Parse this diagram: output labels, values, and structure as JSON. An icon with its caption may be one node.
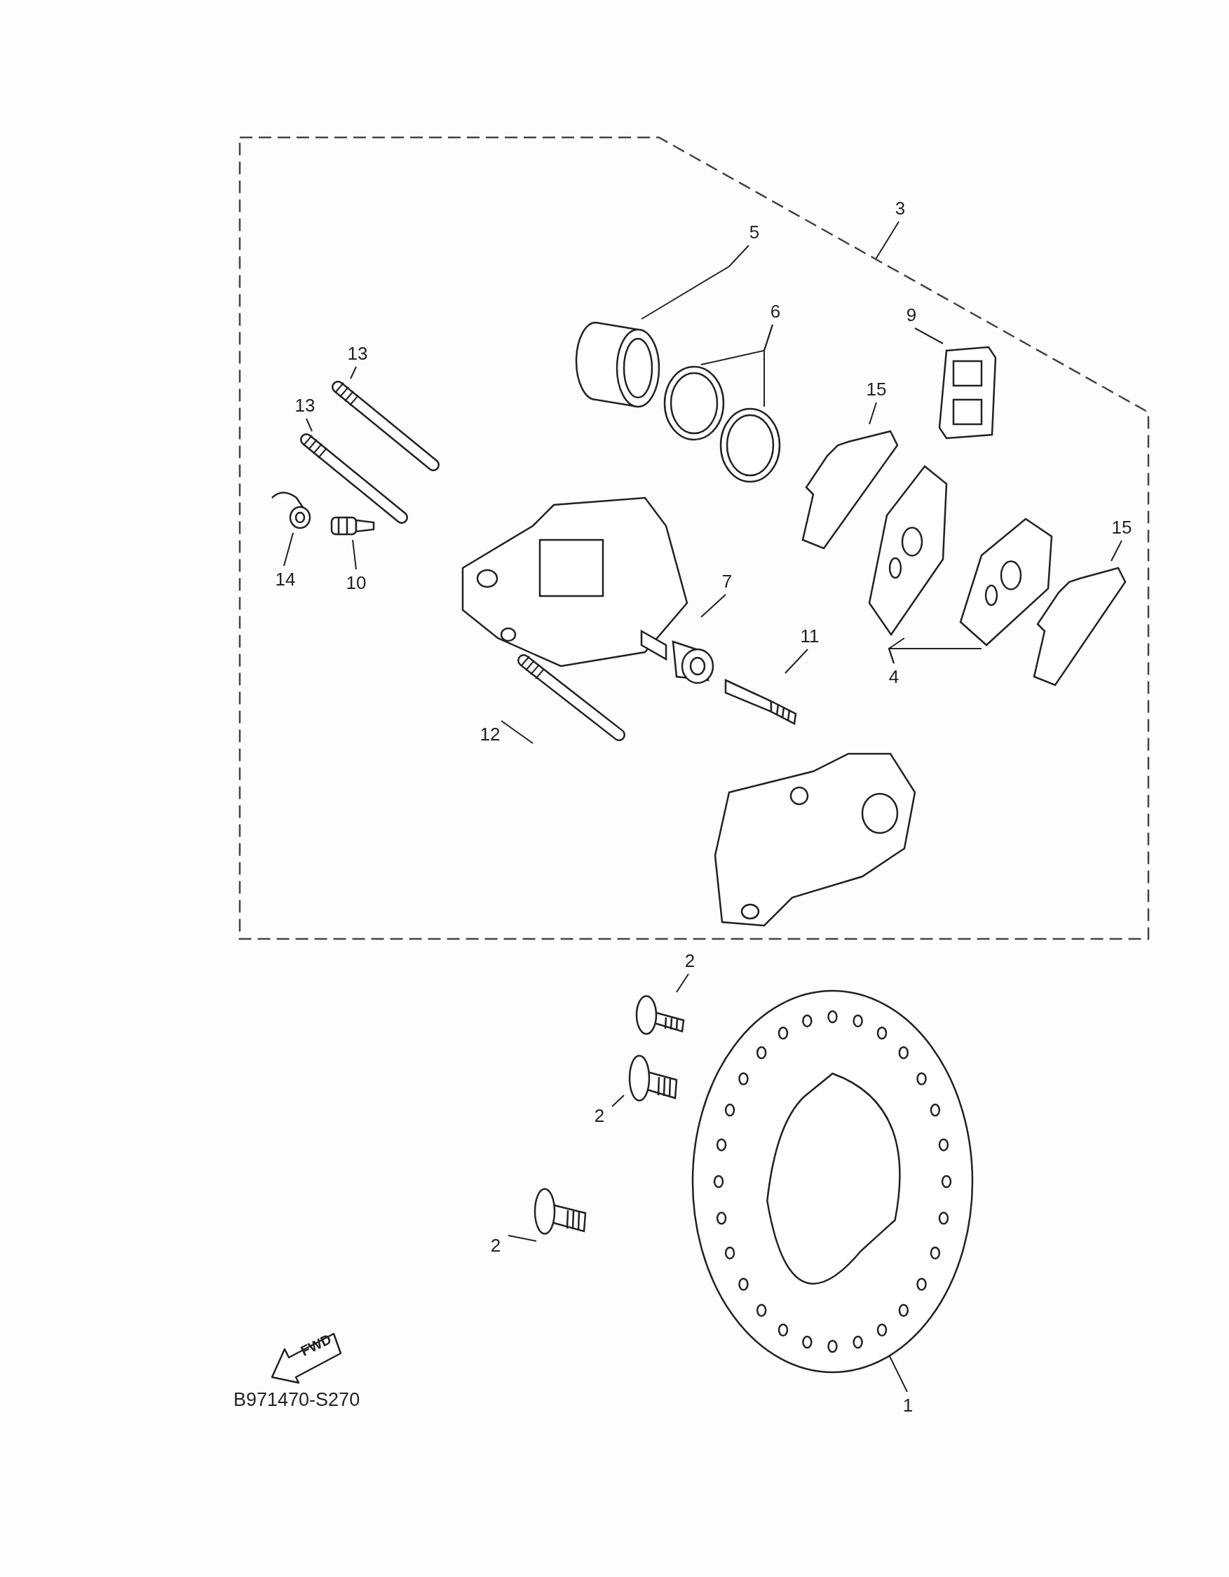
{
  "diagram": {
    "nodes": [
      {
        "text": [],
        "shape": "box"
      },
      {
        "text": [
          "3"
        ]
      },
      {
        "text": [
          "5"
        ],
        "in": 0
      },
      {
        "text": [],
        "shape": "cylinder",
        "in": 0
      },
      {
        "text": [
          "6"
        ],
        "in": 0
      },
      {
        "text": [],
        "shape": "circle",
        "in": 0
      },
      {
        "text": [],
        "shape": "circle",
        "in": 0
      },
      {
        "text": [
          "9"
        ],
        "in": 0
      },
      {
        "text": [],
        "shape": "picture",
        "in": 0
      },
      {
        "text": [
          "13"
        ],
        "in": 0
      },
      {
        "text": [],
        "shape": "picture",
        "in": 0
      },
      {
        "text": [
          "13"
        ],
        "in": 0
      },
      {
        "text": [],
        "shape": "picture",
        "in": 0
      },
      {
        "text": [
          "15"
        ],
        "in": 0
      },
      {
        "text": [],
        "shape": "picture",
        "in": 0
      },
      {
        "text": [
          "15"
        ],
        "in": 0
      },
      {
        "text": [],
        "shape": "picture",
        "in": 0
      },
      {
        "text": [
          "14"
        ],
        "in": 0
      },
      {
        "text": [],
        "shape": "picture",
        "in": 0
      },
      {
        "text": [
          "10"
        ],
        "in": 0
      },
      {
        "text": [],
        "shape": "picture",
        "in": 0
      },
      {
        "text": [
          "7"
        ],
        "in": 0
      },
      {
        "text": [],
        "shape": "picture",
        "in": 0
      },
      {
        "text": [
          "11"
        ],
        "in": 0
      },
      {
        "text": [],
        "shape": "picture",
        "in": 0
      },
      {
        "text": [
          "4"
        ],
        "in": 0
      },
      {
        "text": [],
        "shape": "picture",
        "in": 0
      },
      {
        "text": [],
        "shape": "picture",
        "in": 0
      },
      {
        "text": [
          "12"
        ],
        "in": 0
      },
      {
        "text": [],
        "shape": "picture",
        "in": 0
      },
      {
        "text": [
          "2"
        ]
      },
      {
        "text": [],
        "shape": "picture"
      },
      {
        "text": [
          "2"
        ]
      },
      {
        "text": [],
        "shape": "picture"
      },
      {
        "text": [
          "2"
        ]
      },
      {
        "text": [],
        "shape": "picture"
      },
      {
        "text": [
          "1"
        ]
      },
      {
        "text": [],
        "shape": "picture"
      }
    ],
    "edges": [
      {
        "from": 1,
        "to": 0,
        "arrow": "none"
      },
      {
        "from": 2,
        "to": 3,
        "arrow": "none"
      },
      {
        "from": 4,
        "to": 5,
        "arrow": "none"
      },
      {
        "from": 4,
        "to": 6,
        "arrow": "none"
      },
      {
        "from": 7,
        "to": 8,
        "arrow": "none"
      },
      {
        "from": 9,
        "to": 10,
        "arrow": "none"
      },
      {
        "from": 11,
        "to": 12,
        "arrow": "none"
      },
      {
        "from": 13,
        "to": 14,
        "arrow": "none"
      },
      {
        "from": 15,
        "to": 16,
        "arrow": "none"
      },
      {
        "from": 17,
        "to": 18,
        "arrow": "none"
      },
      {
        "from": 19,
        "to": 20,
        "arrow": "none"
      },
      {
        "from": 21,
        "to": 22,
        "arrow": "none"
      },
      {
        "from": 23,
        "to": 24,
        "arrow": "none"
      },
      {
        "from": 25,
        "to": 26,
        "arrow": "none"
      },
      {
        "from": 25,
        "to": 27,
        "arrow": "none"
      },
      {
        "from": 28,
        "to": 29,
        "arrow": "none"
      },
      {
        "from": 30,
        "to": 31,
        "arrow": "none"
      },
      {
        "from": 32,
        "to": 33,
        "arrow": "none"
      },
      {
        "from": 34,
        "to": 35,
        "arrow": "none"
      },
      {
        "from": 36,
        "to": 37,
        "arrow": "none"
      }
    ],
    "labels": [
      "FWD",
      "B971470-S270"
    ]
  }
}
